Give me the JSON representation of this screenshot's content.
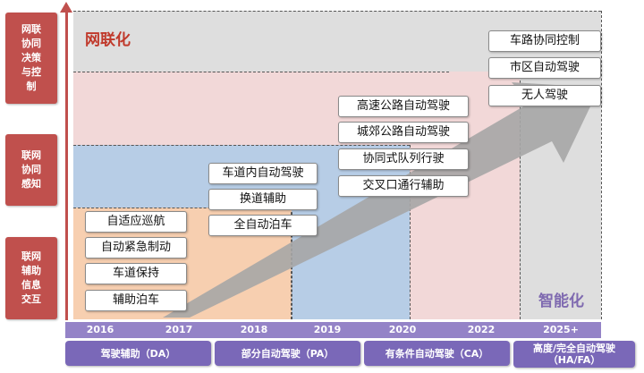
{
  "levels": [
    {
      "label": "网联\n协同\n决策\n与控\n制"
    },
    {
      "label": "联网\n协同\n感知"
    },
    {
      "label": "联网\n辅助\n信息\n交互"
    }
  ],
  "zone_titles": {
    "top": "网联化",
    "bottom": "智能化"
  },
  "features": {
    "col1": [
      "自适应巡航",
      "自动紧急制动",
      "车道保持",
      "辅助泊车"
    ],
    "col2": [
      "车道内自动驾驶",
      "换道辅助",
      "全自动泊车"
    ],
    "col3": [
      "高速公路自动驾驶",
      "城郊公路自动驾驶",
      "协同式队列行驶",
      "交叉口通行辅助"
    ],
    "col4": [
      "车路协同控制",
      "市区自动驾驶",
      "无人驾驶"
    ]
  },
  "years": [
    "2016",
    "2017",
    "2018",
    "2019",
    "2020",
    "2022",
    "2025+"
  ],
  "stages": [
    {
      "label": "驾驶辅助（DA）"
    },
    {
      "label": "部分自动驾驶（PA）"
    },
    {
      "label": "有条件自动驾驶（CA）"
    },
    {
      "label": "高度/完全自动驾驶\n（HA/FA）"
    }
  ],
  "colors": {
    "level_red": "#c0504d",
    "stage_purple": "#7a68b8",
    "year_bar": "#9483c7",
    "arrow_gray": "#a6a6a6"
  }
}
